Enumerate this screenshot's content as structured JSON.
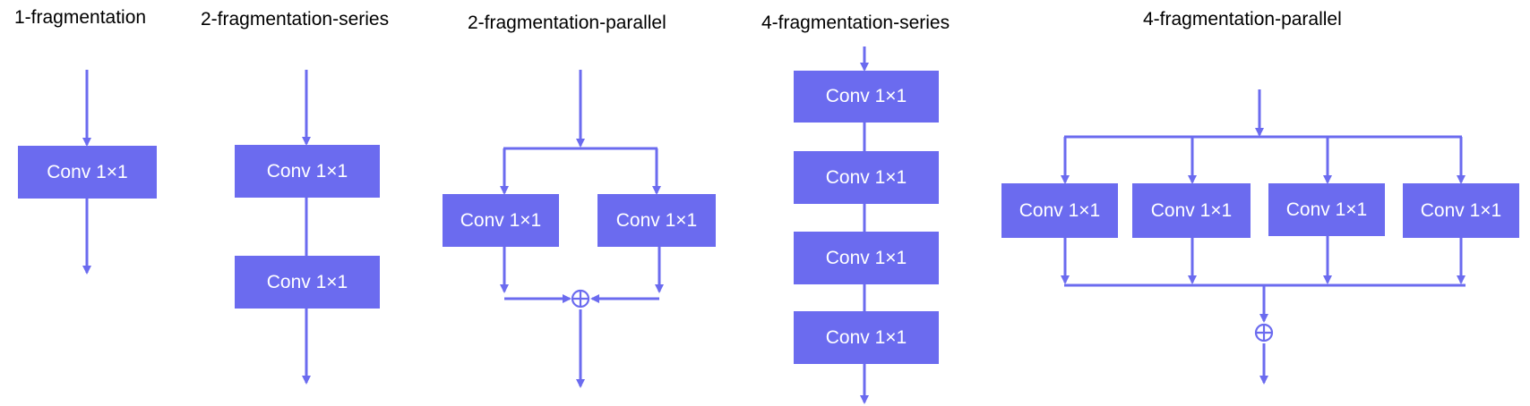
{
  "colors": {
    "block_fill": "#6b6bef",
    "connector": "#6b6bef",
    "title_text": "#000000",
    "block_text": "#ffffff"
  },
  "panels": [
    {
      "title": "1-fragmentation"
    },
    {
      "title": "2-fragmentation-series"
    },
    {
      "title": "2-fragmentation-parallel"
    },
    {
      "title": "4-fragmentation-series"
    },
    {
      "title": "4-fragmentation-parallel"
    }
  ],
  "block_label": "Conv 1×1",
  "icons": {
    "arrowhead": "arrowhead-icon",
    "sum_node": "circled-plus-icon"
  }
}
